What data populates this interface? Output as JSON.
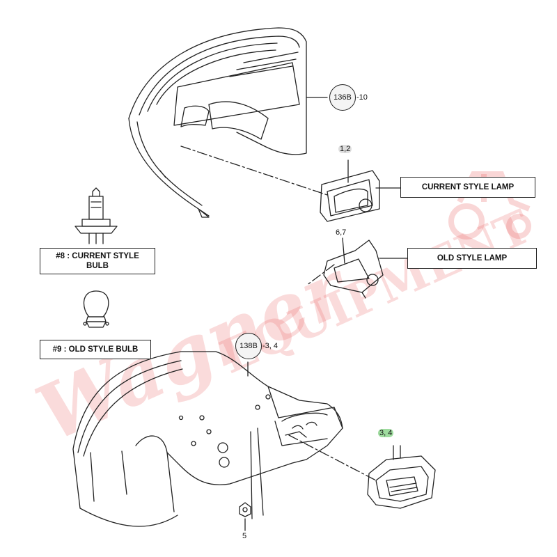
{
  "labels": {
    "current_style_lamp": "CURRENT STYLE LAMP",
    "old_style_lamp": "OLD STYLE LAMP",
    "current_style_bulb_line1": "#8 : CURRENT STYLE",
    "current_style_bulb_line2": "BULB",
    "old_style_bulb": "#9 : OLD STYLE BULB"
  },
  "references": {
    "fender_top_circle": "136B",
    "fender_top_suffix": "-10",
    "fender_bottom_circle": "138B",
    "fender_bottom_suffix": "-3, 4"
  },
  "part_numbers": {
    "current_lamp": "1,2",
    "old_lamp": "6,7",
    "tail_lamp": "3, 4",
    "nut": "5"
  },
  "watermark": {
    "text1": "Wagner",
    "text2": "EQUIPMENT",
    "color": "#e65a5a"
  }
}
